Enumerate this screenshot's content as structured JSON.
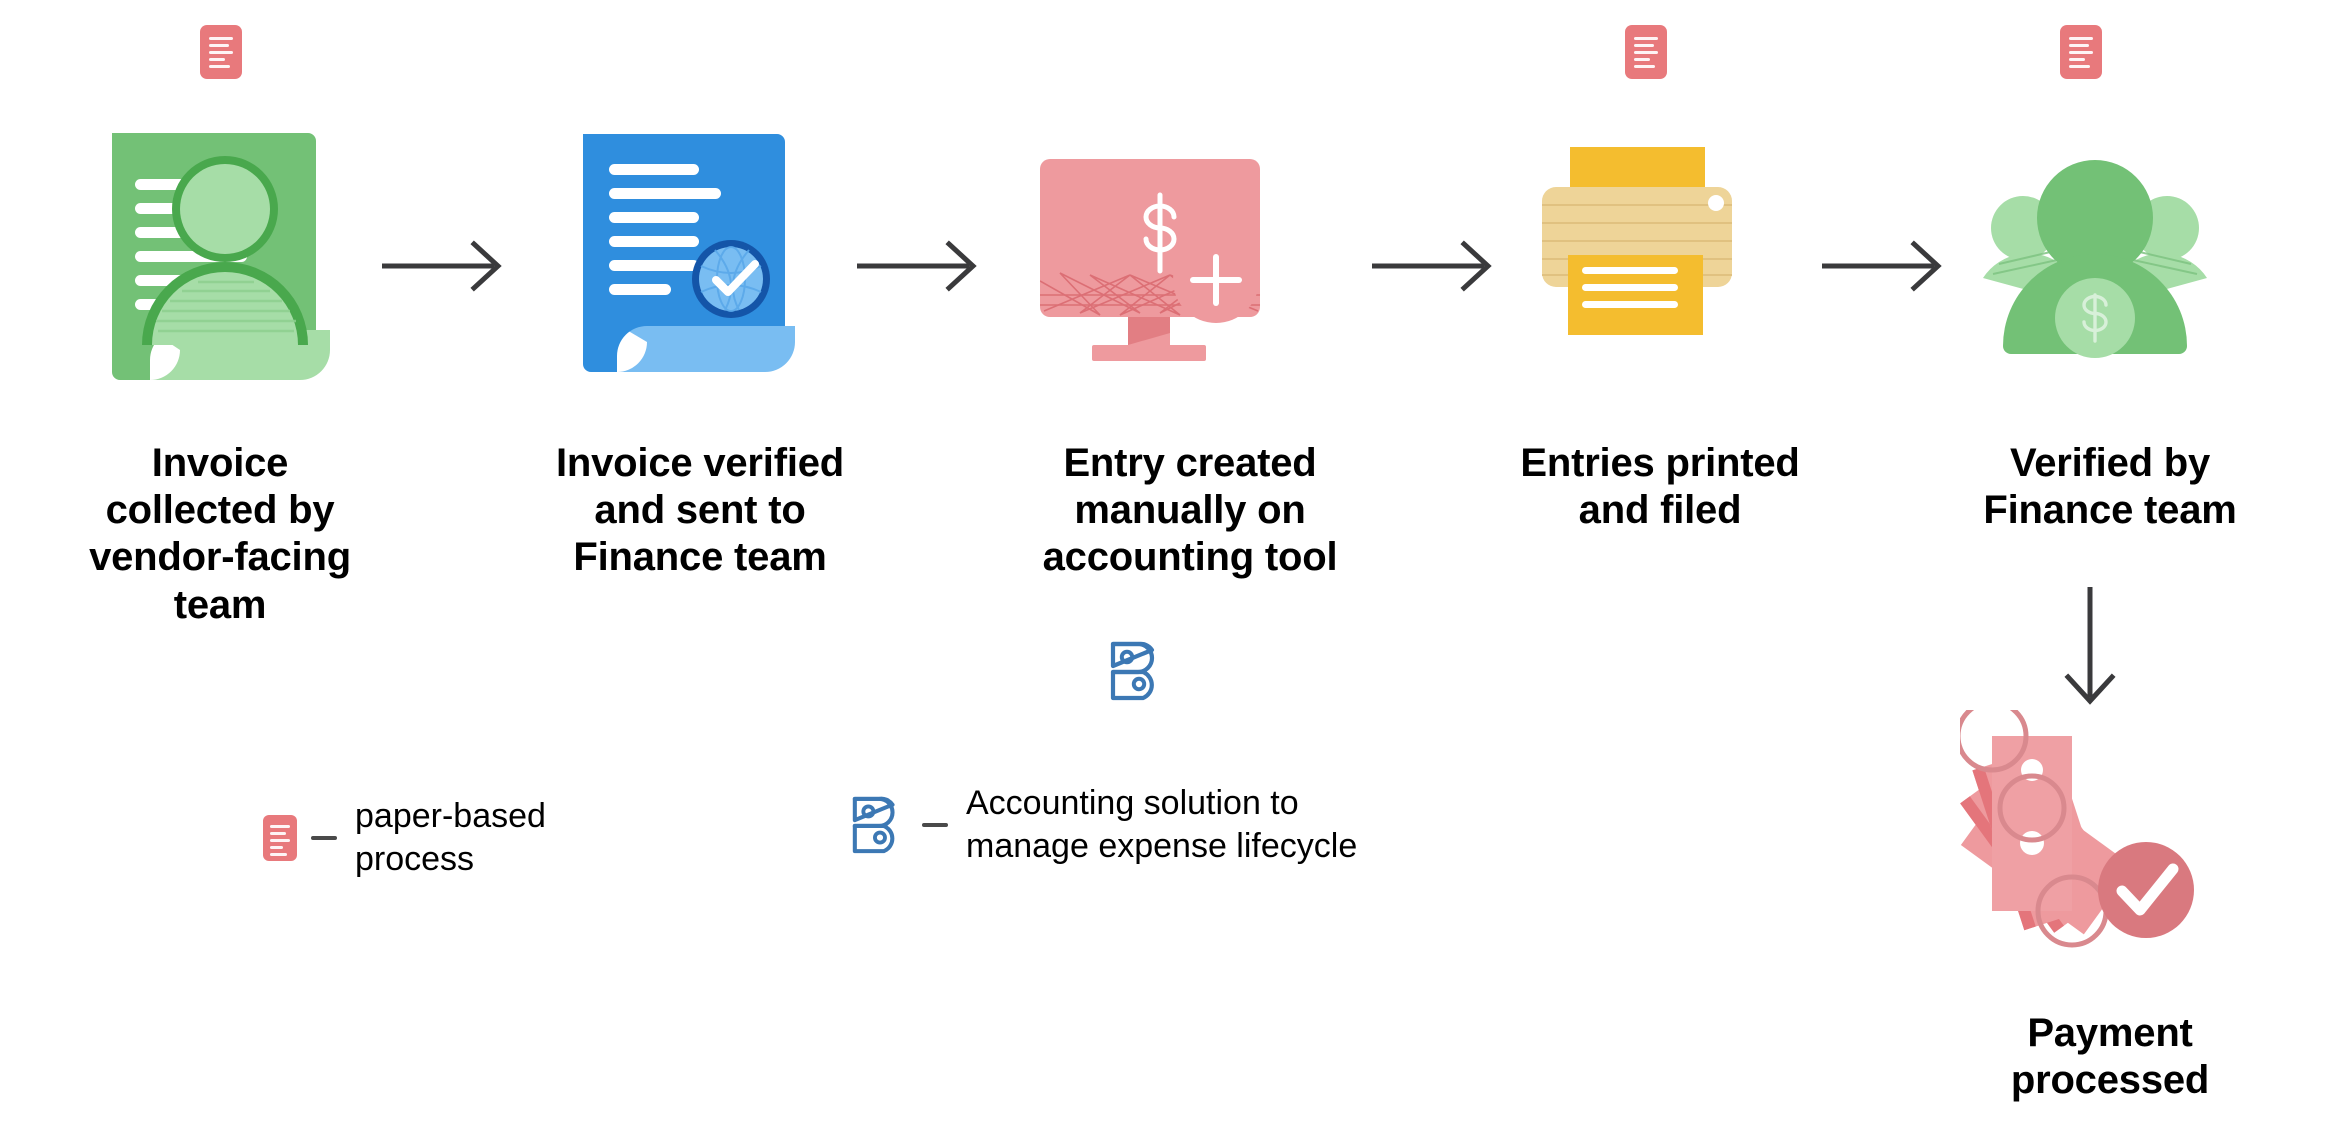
{
  "diagram": {
    "title": "Manual invoice-to-payment process flow",
    "orientation": "left-to-right with a final downward branch",
    "background_color": "#ffffff"
  },
  "colors": {
    "paper_red": "#e8797c",
    "paper_red_dark": "#d9636a",
    "green": "#73c176",
    "green_light": "#a6dda7",
    "green_dark": "#49a84d",
    "blue": "#2f8ede",
    "blue_light": "#79bdf2",
    "blue_dark": "#1455a8",
    "pink": "#ee9a9e",
    "pink_dark": "#d9686e",
    "yellow": "#f4bd2f",
    "yellow_light": "#eed498",
    "arrow_gray": "#3a3a3c",
    "legend_blue": "#3c78b4",
    "text_black": "#000000"
  },
  "steps": [
    {
      "index": 1,
      "label": "Invoice\ncollected by\nvendor-facing\nteam",
      "icon": "invoice-person-green-icon",
      "paper_marker": true,
      "tool_marker": false
    },
    {
      "index": 2,
      "label": "Invoice verified\nand sent to\nFinance team",
      "icon": "invoice-verified-blue-icon",
      "paper_marker": false,
      "tool_marker": false
    },
    {
      "index": 3,
      "label": "Entry created\nmanually on\naccounting tool",
      "icon": "monitor-dollar-plus-icon",
      "paper_marker": false,
      "tool_marker": true
    },
    {
      "index": 4,
      "label": "Entries printed\nand filed",
      "icon": "printer-yellow-icon",
      "paper_marker": true,
      "tool_marker": false
    },
    {
      "index": 5,
      "label": "Verified by\nFinance team",
      "icon": "finance-team-green-icon",
      "paper_marker": true,
      "tool_marker": false
    }
  ],
  "final_step": {
    "label": "Payment\nprocessed",
    "icon": "cash-check-icon"
  },
  "arrows": {
    "horizontal_count": 4,
    "vertical_count": 1,
    "glyph": "right-arrow"
  },
  "legend": [
    {
      "icon": "paper-document-icon",
      "separator": "dash",
      "text": "paper-based\nprocess"
    },
    {
      "icon": "accounting-b-logo-icon",
      "separator": "dash",
      "text": "Accounting solution to\nmanage expense lifecycle"
    }
  ]
}
